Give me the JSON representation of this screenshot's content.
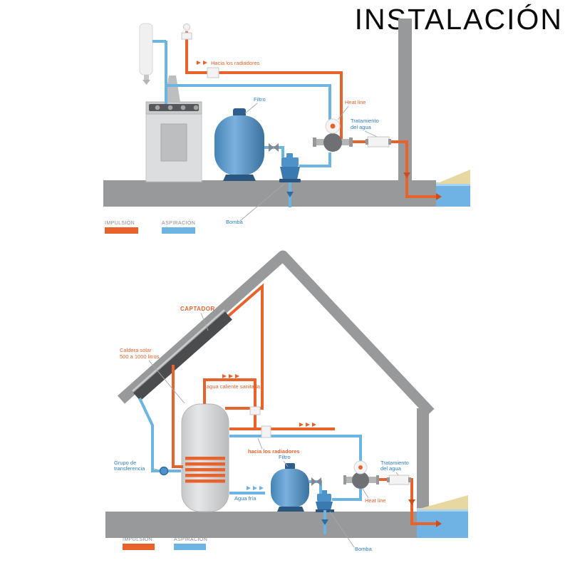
{
  "title": "INSTALACIÓN",
  "colors": {
    "impulsion": "#e8622c",
    "aspiracion": "#6cb5e3",
    "label_blue": "#2e7fbe",
    "structure_gray": "#97999b",
    "water": "#6fb3e4",
    "sand": "#e7d7a0"
  },
  "legend": {
    "impulsion_label": "IMPULSIÓN",
    "aspiracion_label": "ASPIRACIÓN"
  },
  "top": {
    "hacia_radiadores": "Hacia los radiadores",
    "filtro": "Filtro",
    "heat_line": "Heat line",
    "tratamiento": [
      "Tratamiento",
      "del agua"
    ],
    "bomba": "Bomba"
  },
  "bottom": {
    "captador": "CAPTADOR",
    "caldera_solar": [
      "Caldera solar",
      "500 a 1000 litros"
    ],
    "agua_caliente": "agua caliente sanitaria",
    "hacia_radiadores": "hacia los radiadores",
    "filtro": "Filtro",
    "grupo_transferencia": [
      "Grupo de",
      "transferencia"
    ],
    "agua_fria": "Agua fría",
    "tratamiento": [
      "Tratamiento",
      "del agua"
    ],
    "heat_line": "Heat line",
    "bomba": "Bomba"
  }
}
